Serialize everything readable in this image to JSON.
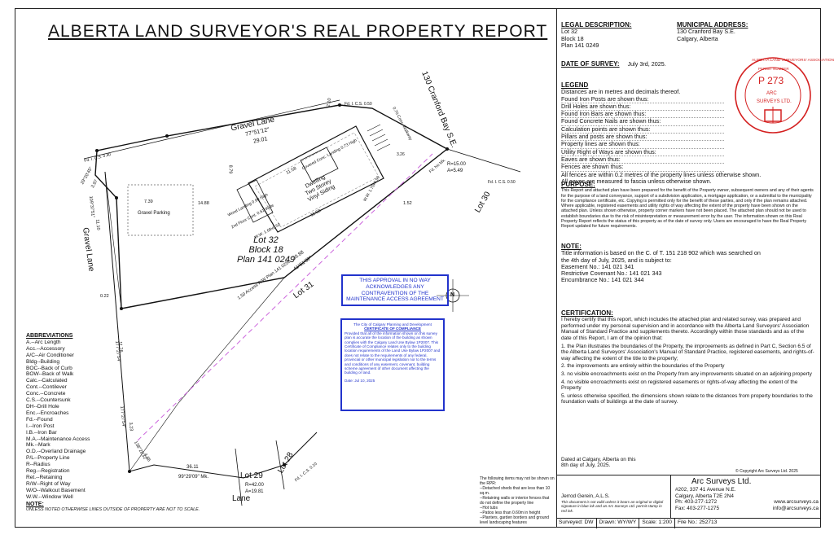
{
  "title": "ALBERTA LAND SURVEYOR'S REAL PROPERTY REPORT",
  "plan": {
    "streets": {
      "gravel_lane_top": "Gravel Lane",
      "gravel_lane_left": "Gravel Lane",
      "address_street": "130 Cranford Bay S.E.",
      "lane": "Lane"
    },
    "lot_main": [
      "Lot 32",
      "Block 18",
      "Plan 141 0249"
    ],
    "lot_29": "Lot 29",
    "lot_28": "Lot 28",
    "lot_30": "Lot 30",
    "lot_31": "Lot 31",
    "dwelling": [
      "Dwelling",
      "Two Storey",
      "Vinyl Siding"
    ],
    "labels": {
      "bearing_top": "77°51'12\"",
      "dist_top": "29.01",
      "bearing_bottom": "99°29'09\" Mk.",
      "dist_bottom": "36.11",
      "r42": "R=42.00",
      "a19": "A=19.81",
      "r15": "R=15.00",
      "a549": "A=5.49",
      "gravel_parking": "Gravel Parking",
      "access": "1.50 Access R/W Plan 141 0253",
      "d3988": "39.88",
      "bear2": "41°51'39\"",
      "fdics1": "Fd. I. C.S. 0.40",
      "fdics2": "Fd. I. C.S. 0.50",
      "fdics3": "Fd. I. C.S. 0.50",
      "fdics4": "Fd. I. C.S. 0.10",
      "wood_landing": "Wood Landing 0.90 High",
      "covered_landing": "Covered Conc. Landing 0.73 High",
      "cont": "2nd Floor Cont. 0.61 Wide",
      "ww1": "W.W. 1.68x0.50",
      "ww2": "W.W. 1.70x0.50",
      "d1158a": "11.58",
      "d1158b": "11.58",
      "d1488": "14.88",
      "d739": "7.39",
      "d879": "8.79",
      "north": "N",
      "left_bearing": "109°37'51\"",
      "left_dist": "11.10",
      "lb2": "29°20'45\"",
      "ld2": "3.97",
      "mid_bearing": "177°27'54\"",
      "mid_dist": "11.76",
      "d022": "0.22",
      "bot_bearing": "177°27'54\"",
      "bot_dist": "3.23",
      "bb2": "138°28'32\"",
      "bd2": "4.66",
      "d210": "2.10",
      "d152": "1.52",
      "d326": "3.26",
      "fdnomk": "Fd. No Mk.",
      "pier": "0.70 Conc. Walkway"
    },
    "approval": "THIS APPROVAL IN NO WAY ACKNOWLEDGES ANY CONTRAVENTION OF THE MAINTENANCE ACCESS AGREEMENT",
    "certificate": {
      "org": "The City of Calgary Planning and Development",
      "title": "CERTIFICATE OF COMPLIANCE",
      "body": "Provided that all of the information shown on this survey plan is accurate the location of the building as shown complies with the Calgary Land Use Bylaw 1P2007. This Certificate of Compliance relates only to the building location requirements of the Land Use Bylaw 1P2007 and does not relate to the requirements of any federal, provincial or other municipal legislation nor to the terms and conditions of any easement, covenant, building scheme agreement of other document affecting the building or land.",
      "date": "Date: Jul 10, 2025"
    },
    "abbreviations": {
      "heading": "ABBREVIATIONS",
      "items": [
        "A.--Arc Length",
        "Acc.--Accessory",
        "A/C--Air Conditioner",
        "Bldg--Building",
        "BOC--Back of Curb",
        "BOW--Back of Walk",
        "Calc.--Calculated",
        "Cont.--Contilever",
        "Conc.--Concrete",
        "C.S.--Countersunk",
        "DH--Drill Hole",
        "Enc.--Encroaches",
        "Fd.--Found",
        "I.--Iron Post",
        "I.B.--Iron Bar",
        "M.A.--Maintenance Access",
        "Mk.--Mark",
        "O.D.--Overland Drainage",
        "P/L--Property Line",
        "R--Radius",
        "Reg.--Registration",
        "Ret.--Retaining",
        "R/W--Right of Way",
        "W/O--Walkout Basement",
        "W.W.--Window Well"
      ],
      "note_heading": "NOTE:",
      "note": "UNLESS NOTED OTHERWISE LINES OUTSIDE OF PROPERTY ARE NOT TO SCALE."
    },
    "not_on_rpr": {
      "heading": "The following items may not be shown on the RPR:",
      "items": [
        "--Detached sheds that are less than 10 sq.m.",
        "--Retaining walls or interior fences that do not define the property line",
        "--Hot tubs",
        "--Patios less than 0.60m in height",
        "--Planters, garden borders and ground level landscaping features"
      ]
    }
  },
  "legal": {
    "heading": "LEGAL DESCRIPTION:",
    "lines": [
      "Lot 32",
      "Block 18",
      "Plan 141 0249"
    ]
  },
  "municipal": {
    "heading": "MUNICIPAL ADDRESS:",
    "lines": [
      "130 Cranford Bay S.E.",
      "Calgary, Alberta"
    ]
  },
  "survey_date": {
    "heading": "DATE OF SURVEY:",
    "value": "July 3rd, 2025."
  },
  "legend": {
    "heading": "LEGEND",
    "intro": "Distances are in metres and decimals thereof.",
    "items": [
      "Found Iron Posts are shown thus:",
      "Drill Holes are shown thus:",
      "Found Iron Bars are shown thus:",
      "Found Concrete Nails are shown thus:",
      "Calculation points are shown thus:",
      "Pillars and posts are shown thus:",
      "Property lines are shown thus:",
      "Utility Right of Ways are shown thus:",
      "Eaves are shown thus:",
      "Fences are shown thus:"
    ],
    "note1": "All fences are within 0.2 metres of the property lines unless otherwise shown.",
    "note2": "All eaves are measured to fascia unless otherwise shown."
  },
  "purpose": {
    "heading": "PURPOSE:",
    "text": "This Report and attached plan have been prepared for the benefit of the Property owner, subsequent owners and any of their agents for the purpose of a land conveyance, support of a subdivision application, a mortgage application, or a submittal to the municipality for the compliance certificate, etc. Copying is permitted only for the benefit of these parties, and only if the plan remains attached. Where applicable, registered easements and utility rights of way affecting the extent of the property have been shown on the attached plan. Unless shown otherwise, property corner markers have not been placed. The attached plan should not be used to establish boundaries due to the risk of misinterpretation or measurement error by the user. The information shown on this Real Property Report reflects the status of this property as of the date of survey only. Users are encouraged to have the Real Property Report updated for future requirements."
  },
  "note": {
    "heading": "NOTE:",
    "l1": "Title information is based on the C. of T. 151 218 902 which was searched on",
    "l2": "the 4th day of July, 2025, and is subject to:",
    "l3": "Easement No.: 141 021 341",
    "l4": "Restrictive Covenant No.: 141 021 343",
    "l5": "Encumbrance No.: 141 021 344"
  },
  "certification": {
    "heading": "CERTIFICATION:",
    "intro": "I hereby certify that this report, which includes the attached plan and related survey, was prepared and performed under my personal supervision and in accordance with the Alberta Land Surveyors' Association Manual of Standard Practice and supplements thereto. Accordingly within those standards and as of the date of this Report, I am of the opinion that:",
    "items": [
      "1. the Plan illustrates the boundaries of the Property, the improvements as defined in Part C, Section 6.5 of the Alberta Land Surveyors' Association's Manual of Standard Practice, registered easements, and rights-of-way affecting the extent of the title to the property;",
      "2. the improvements are entirely within the boundaries of the Property",
      "3. no visible encroachments exist on the Property from any improvements situated on an adjoining property",
      "4. no visible encroachments exist on registered easements or rights-of-way affecting the extent of the Property",
      "5. unless otherwise specified, the dimensions shown relate to the distances from property boundaries to the foundation walls of buildings at the date of survey."
    ],
    "dated1": "Dated at Calgary, Alberta on this",
    "dated2": "8th day of July, 2025.",
    "copyright": "© Copyright Arc Surveys Ltd. 2025"
  },
  "stamp": {
    "ring": "ALBERTA LAND SURVEYORS' ASSOCIATION",
    "permit": "PERMIT NUMBER",
    "number": "P 273",
    "name1": "ARC",
    "name2": "SURVEYS LTD."
  },
  "signature": {
    "name": "Jerrod Gerein, A.L.S.",
    "note": "This document is not valid unless it bears an original or digital signature in blue ink and an Arc Surveys Ltd. permit stamp in red ink."
  },
  "company": {
    "name": "Arc Surveys Ltd.",
    "addr1": "#202, 337 41 Avenue N.E.",
    "addr2": "Calgary, Alberta T2E 2N4",
    "phone": "Ph: 403-277-1272",
    "fax": "Fax: 403-277-1275",
    "web": "www.arcsurveys.ca",
    "email": "info@arcsurveys.ca"
  },
  "footer": {
    "surveyed": "Surveyed: DW",
    "drawn": "Drawn: WY/WY",
    "scale": "Scale: 1:200",
    "file": "File No.: 252713"
  },
  "colors": {
    "approval_blue": "#2233cc",
    "stamp_red": "#d42020",
    "access_line": "#cc66dd"
  }
}
